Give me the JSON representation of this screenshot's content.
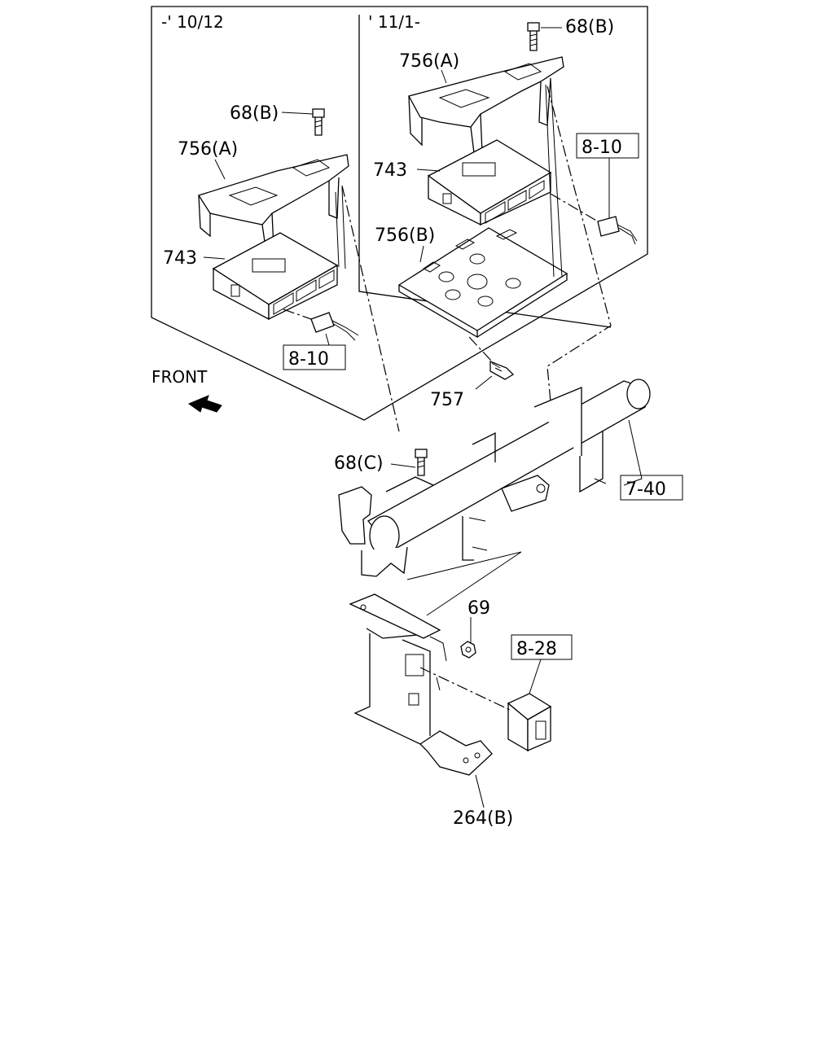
{
  "diagram": {
    "headers": {
      "left_period": "-' 10/12",
      "right_period": "' 11/1-"
    },
    "front_label": "FRONT",
    "labels": {
      "bolt_68b_right": "68(B)",
      "bracket_756a_right": "756(A)",
      "unit_743_right": "743",
      "bracket_756b": "756(B)",
      "bolt_68b_left": "68(B)",
      "bracket_756a_left": "756(A)",
      "unit_743_left": "743",
      "bolt_757": "757",
      "bolt_68c": "68(C)",
      "nut_69": "69",
      "bracket_264b": "264(B)"
    },
    "ref_boxes": {
      "ref_8_10_right": "8-10",
      "ref_8_10_left": "8-10",
      "ref_7_40": "7-40",
      "ref_8_28": "8-28"
    }
  }
}
